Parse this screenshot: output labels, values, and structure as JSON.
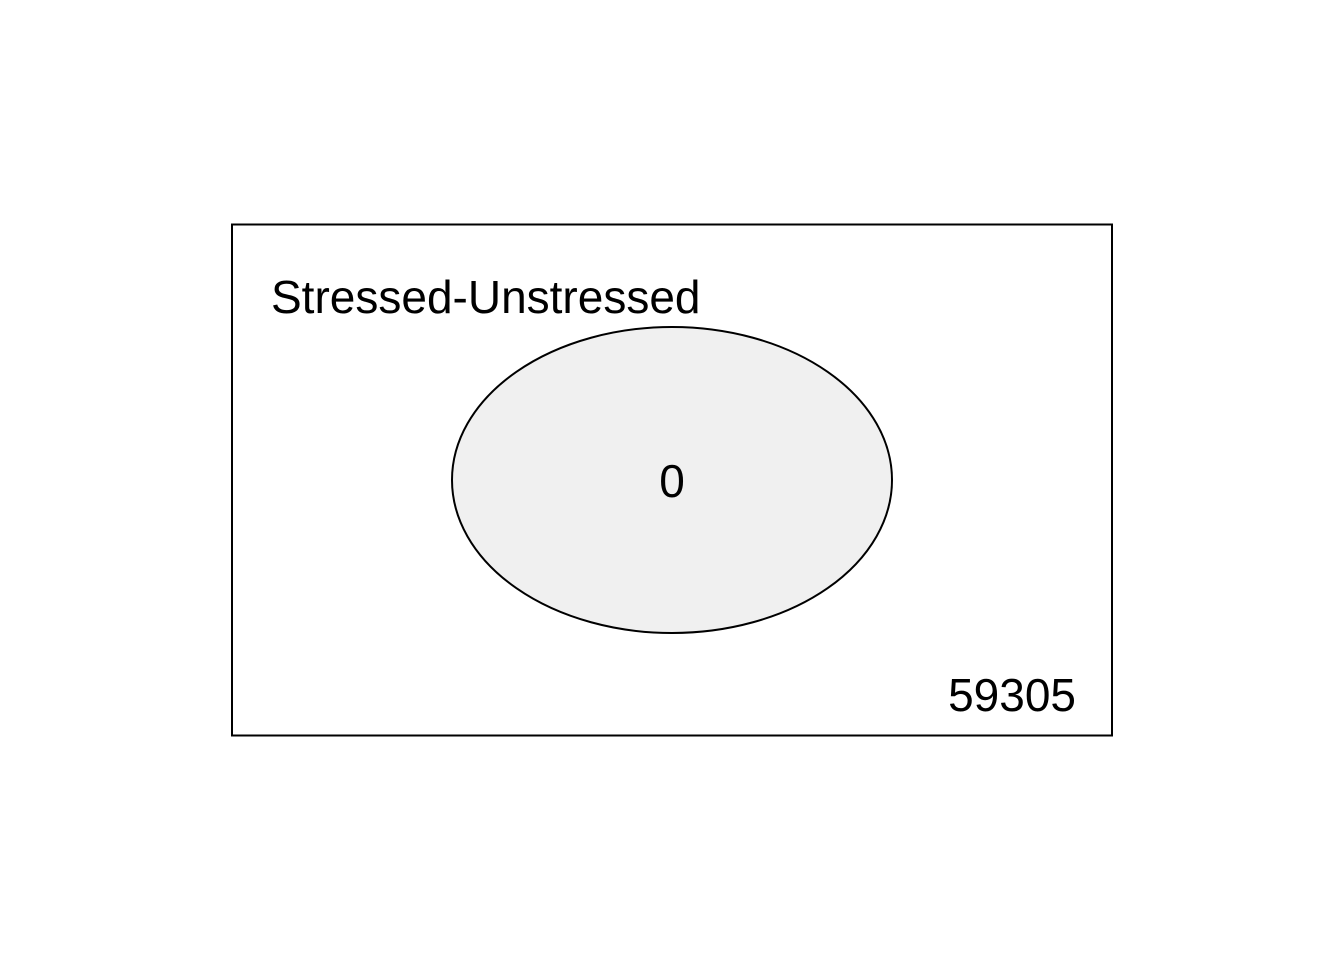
{
  "venn": {
    "set_label": "Stressed-Unstressed",
    "inside_count": "0",
    "outside_count": "59305",
    "colors": {
      "set_fill": "#f0f0f0",
      "stroke": "#000000",
      "background": "#ffffff"
    }
  }
}
